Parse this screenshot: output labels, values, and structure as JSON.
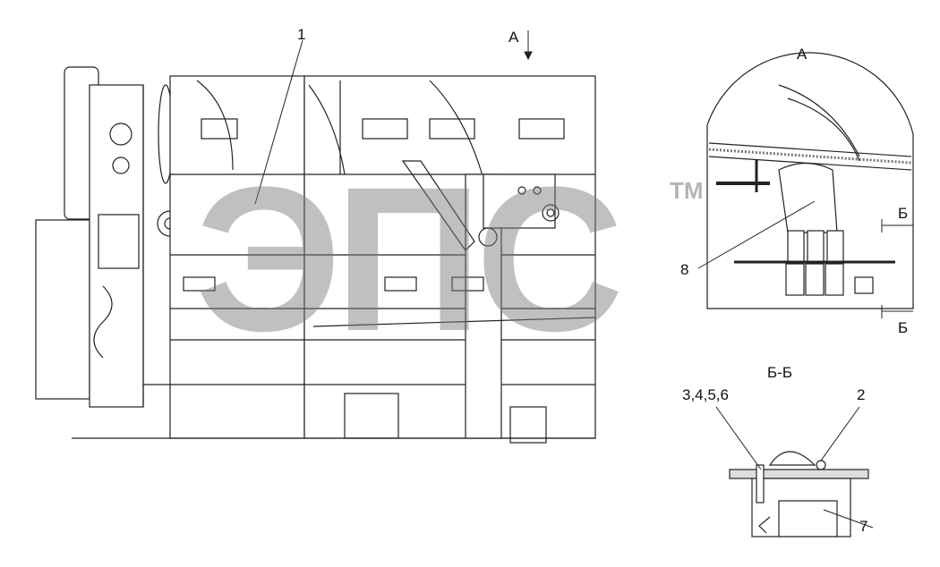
{
  "drawing": {
    "callouts": {
      "c1": "1",
      "c2": "2",
      "c7": "7",
      "c8": "8",
      "c3456": "3,4,5,6"
    },
    "views": {
      "view_arrow": "А",
      "view_a_title": "А",
      "section_title": "Б-Б",
      "section_mark": "Б"
    },
    "watermark": {
      "logo_text": "ЭПС",
      "trademark": "TM"
    }
  }
}
